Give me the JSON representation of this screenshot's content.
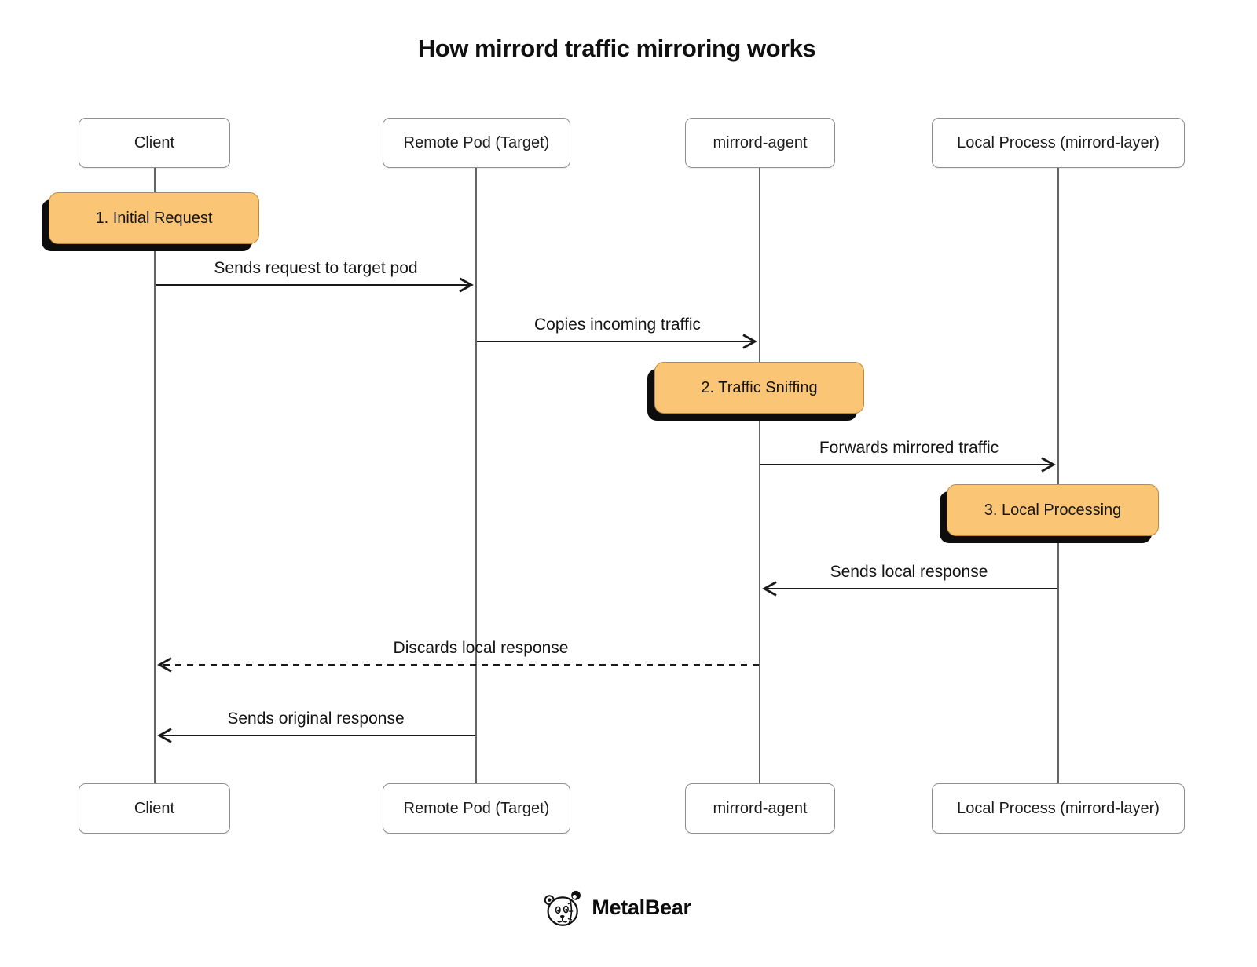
{
  "title": "How mirrord traffic mirroring works",
  "actors": [
    {
      "label": "Client"
    },
    {
      "label": "Remote Pod (Target)"
    },
    {
      "label": "mirrord-agent"
    },
    {
      "label": "Local Process (mirrord-layer)"
    }
  ],
  "notes": [
    {
      "label": "1. Initial Request",
      "over": "Client"
    },
    {
      "label": "2. Traffic Sniffing",
      "over": "mirrord-agent"
    },
    {
      "label": "3. Local Processing",
      "over": "Local Process (mirrord-layer)"
    }
  ],
  "messages": [
    {
      "label": "Sends request to target pod",
      "from": "Client",
      "to": "Remote Pod (Target)",
      "style": "solid"
    },
    {
      "label": "Copies incoming traffic",
      "from": "Remote Pod (Target)",
      "to": "mirrord-agent",
      "style": "solid"
    },
    {
      "label": "Forwards mirrored traffic",
      "from": "mirrord-agent",
      "to": "Local Process (mirrord-layer)",
      "style": "solid"
    },
    {
      "label": "Sends local response",
      "from": "Local Process (mirrord-layer)",
      "to": "mirrord-agent",
      "style": "solid"
    },
    {
      "label": "Discards local response",
      "from": "mirrord-agent",
      "to": "Client",
      "style": "dashed"
    },
    {
      "label": "Sends original response",
      "from": "Remote Pod (Target)",
      "to": "Client",
      "style": "solid"
    }
  ],
  "footer": {
    "brand": "MetalBear"
  },
  "colors": {
    "note_fill": "#fac676",
    "note_shadow": "#0d0d0d",
    "note_border": "#bd8a3f",
    "line": "#1a1a1a",
    "actor_border": "#8f8f8f",
    "bg": "#ffffff"
  }
}
